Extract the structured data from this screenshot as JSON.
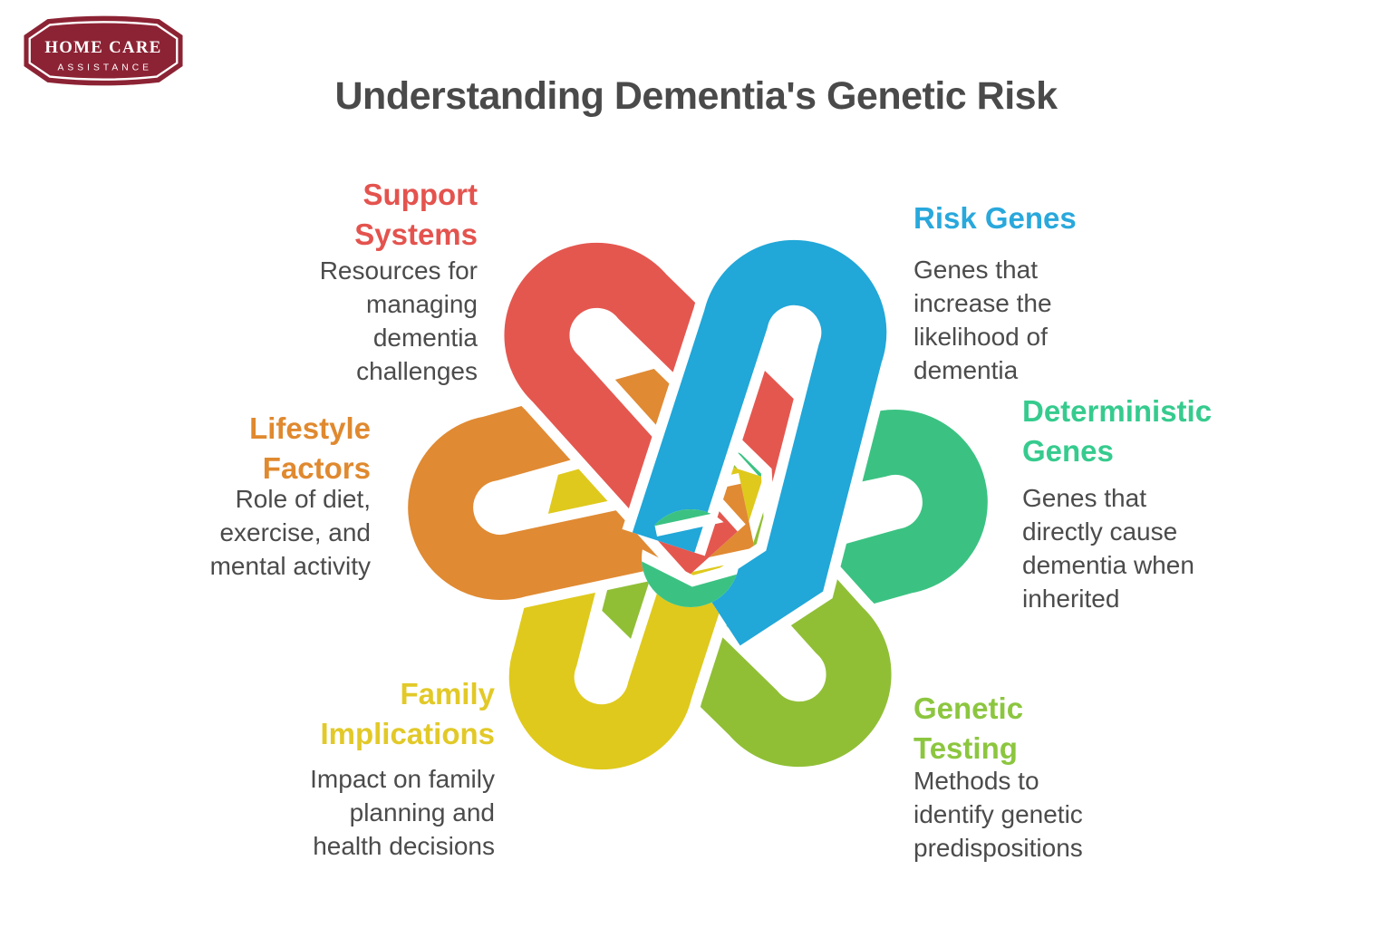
{
  "logo": {
    "line1": "HOME CARE",
    "line2": "ASSISTANCE",
    "badge_color": "#8c2334",
    "text_color": "#ffffff"
  },
  "title": "Understanding Dementia's Genetic Risk",
  "title_color": "#4a4a4a",
  "body_text_color": "#4b4b4b",
  "sections": [
    {
      "id": "support-systems",
      "heading": "Support\nSystems",
      "body": "Resources for\nmanaging\ndementia\nchallenges",
      "color": "#e4534e",
      "align": "right"
    },
    {
      "id": "risk-genes",
      "heading": "Risk Genes",
      "body": "Genes that\nincrease the\nlikelihood of\ndementia",
      "color": "#29a8dc",
      "align": "left"
    },
    {
      "id": "deterministic-genes",
      "heading": "Deterministic\nGenes",
      "body": "Genes that\ndirectly cause\ndementia when\ninherited",
      "color": "#36cb8e",
      "align": "left"
    },
    {
      "id": "genetic-testing",
      "heading": "Genetic\nTesting",
      "body": "Methods to\nidentify genetic\npredispositions",
      "color": "#8cc63f",
      "align": "left"
    },
    {
      "id": "family-implications",
      "heading": "Family\nImplications",
      "body": "Impact on family\nplanning and\nhealth decisions",
      "color": "#e2c928",
      "align": "right"
    },
    {
      "id": "lifestyle-factors",
      "heading": "Lifestyle\nFactors",
      "body": "Role of diet,\nexercise, and\nmental activity",
      "color": "#e0892f",
      "align": "right"
    }
  ],
  "knot": {
    "colors": {
      "deterministic_teal": "#3bc282",
      "testing_lime": "#90bf36",
      "family_yellow": "#dfc91c",
      "lifestyle_orange": "#e08a33",
      "support_red": "#e4574f",
      "risk_blue": "#21a7d8"
    }
  }
}
